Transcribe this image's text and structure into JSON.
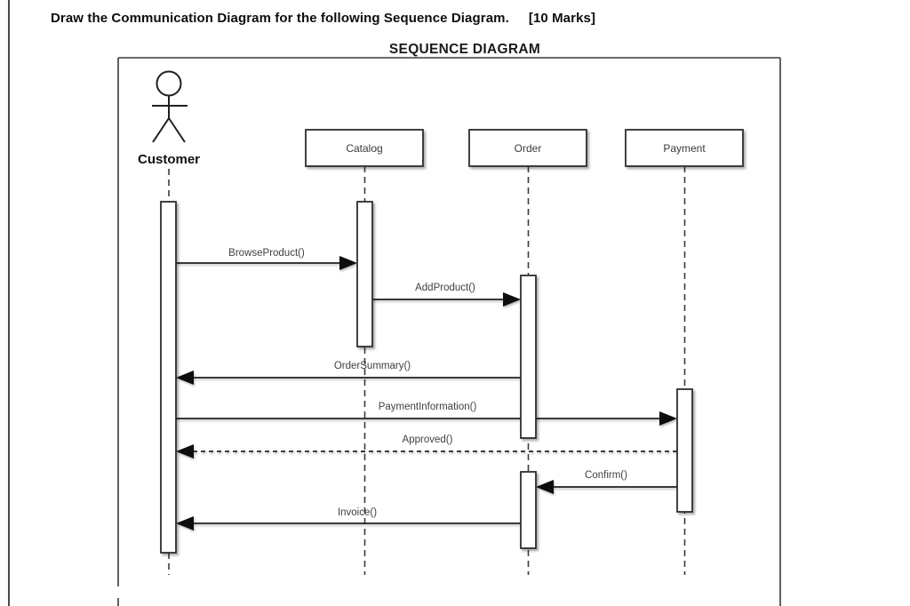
{
  "page": {
    "question": "Draw the Communication Diagram for the following Sequence Diagram.",
    "marks": "[10 Marks]",
    "diagram_heading": "SEQUENCE DIAGRAM"
  },
  "diagram": {
    "kind": "uml-sequence-diagram",
    "actor": {
      "name": "Customer",
      "type": "actor"
    },
    "objects": [
      {
        "name": "Catalog"
      },
      {
        "name": "Order"
      },
      {
        "name": "Payment"
      }
    ],
    "messages": [
      {
        "label": "BrowseProduct()",
        "from": "Customer",
        "to": "Catalog",
        "line": "solid"
      },
      {
        "label": "AddProduct()",
        "from": "Catalog",
        "to": "Order",
        "line": "solid"
      },
      {
        "label": "OrderSummary()",
        "from": "Order",
        "to": "Customer",
        "line": "solid"
      },
      {
        "label": "PaymentInformation()",
        "from": "Customer",
        "to": "Payment",
        "line": "solid"
      },
      {
        "label": "Approved()",
        "from": "Payment",
        "to": "Customer",
        "line": "dashed"
      },
      {
        "label": "Confirm()",
        "from": "Payment",
        "to": "Order",
        "line": "solid"
      },
      {
        "label": "Invoice()",
        "from": "Order",
        "to": "Customer",
        "line": "solid"
      }
    ]
  },
  "colors": {
    "ink": "#2d2d2d",
    "message_text": "#404040",
    "background": "#ffffff"
  }
}
